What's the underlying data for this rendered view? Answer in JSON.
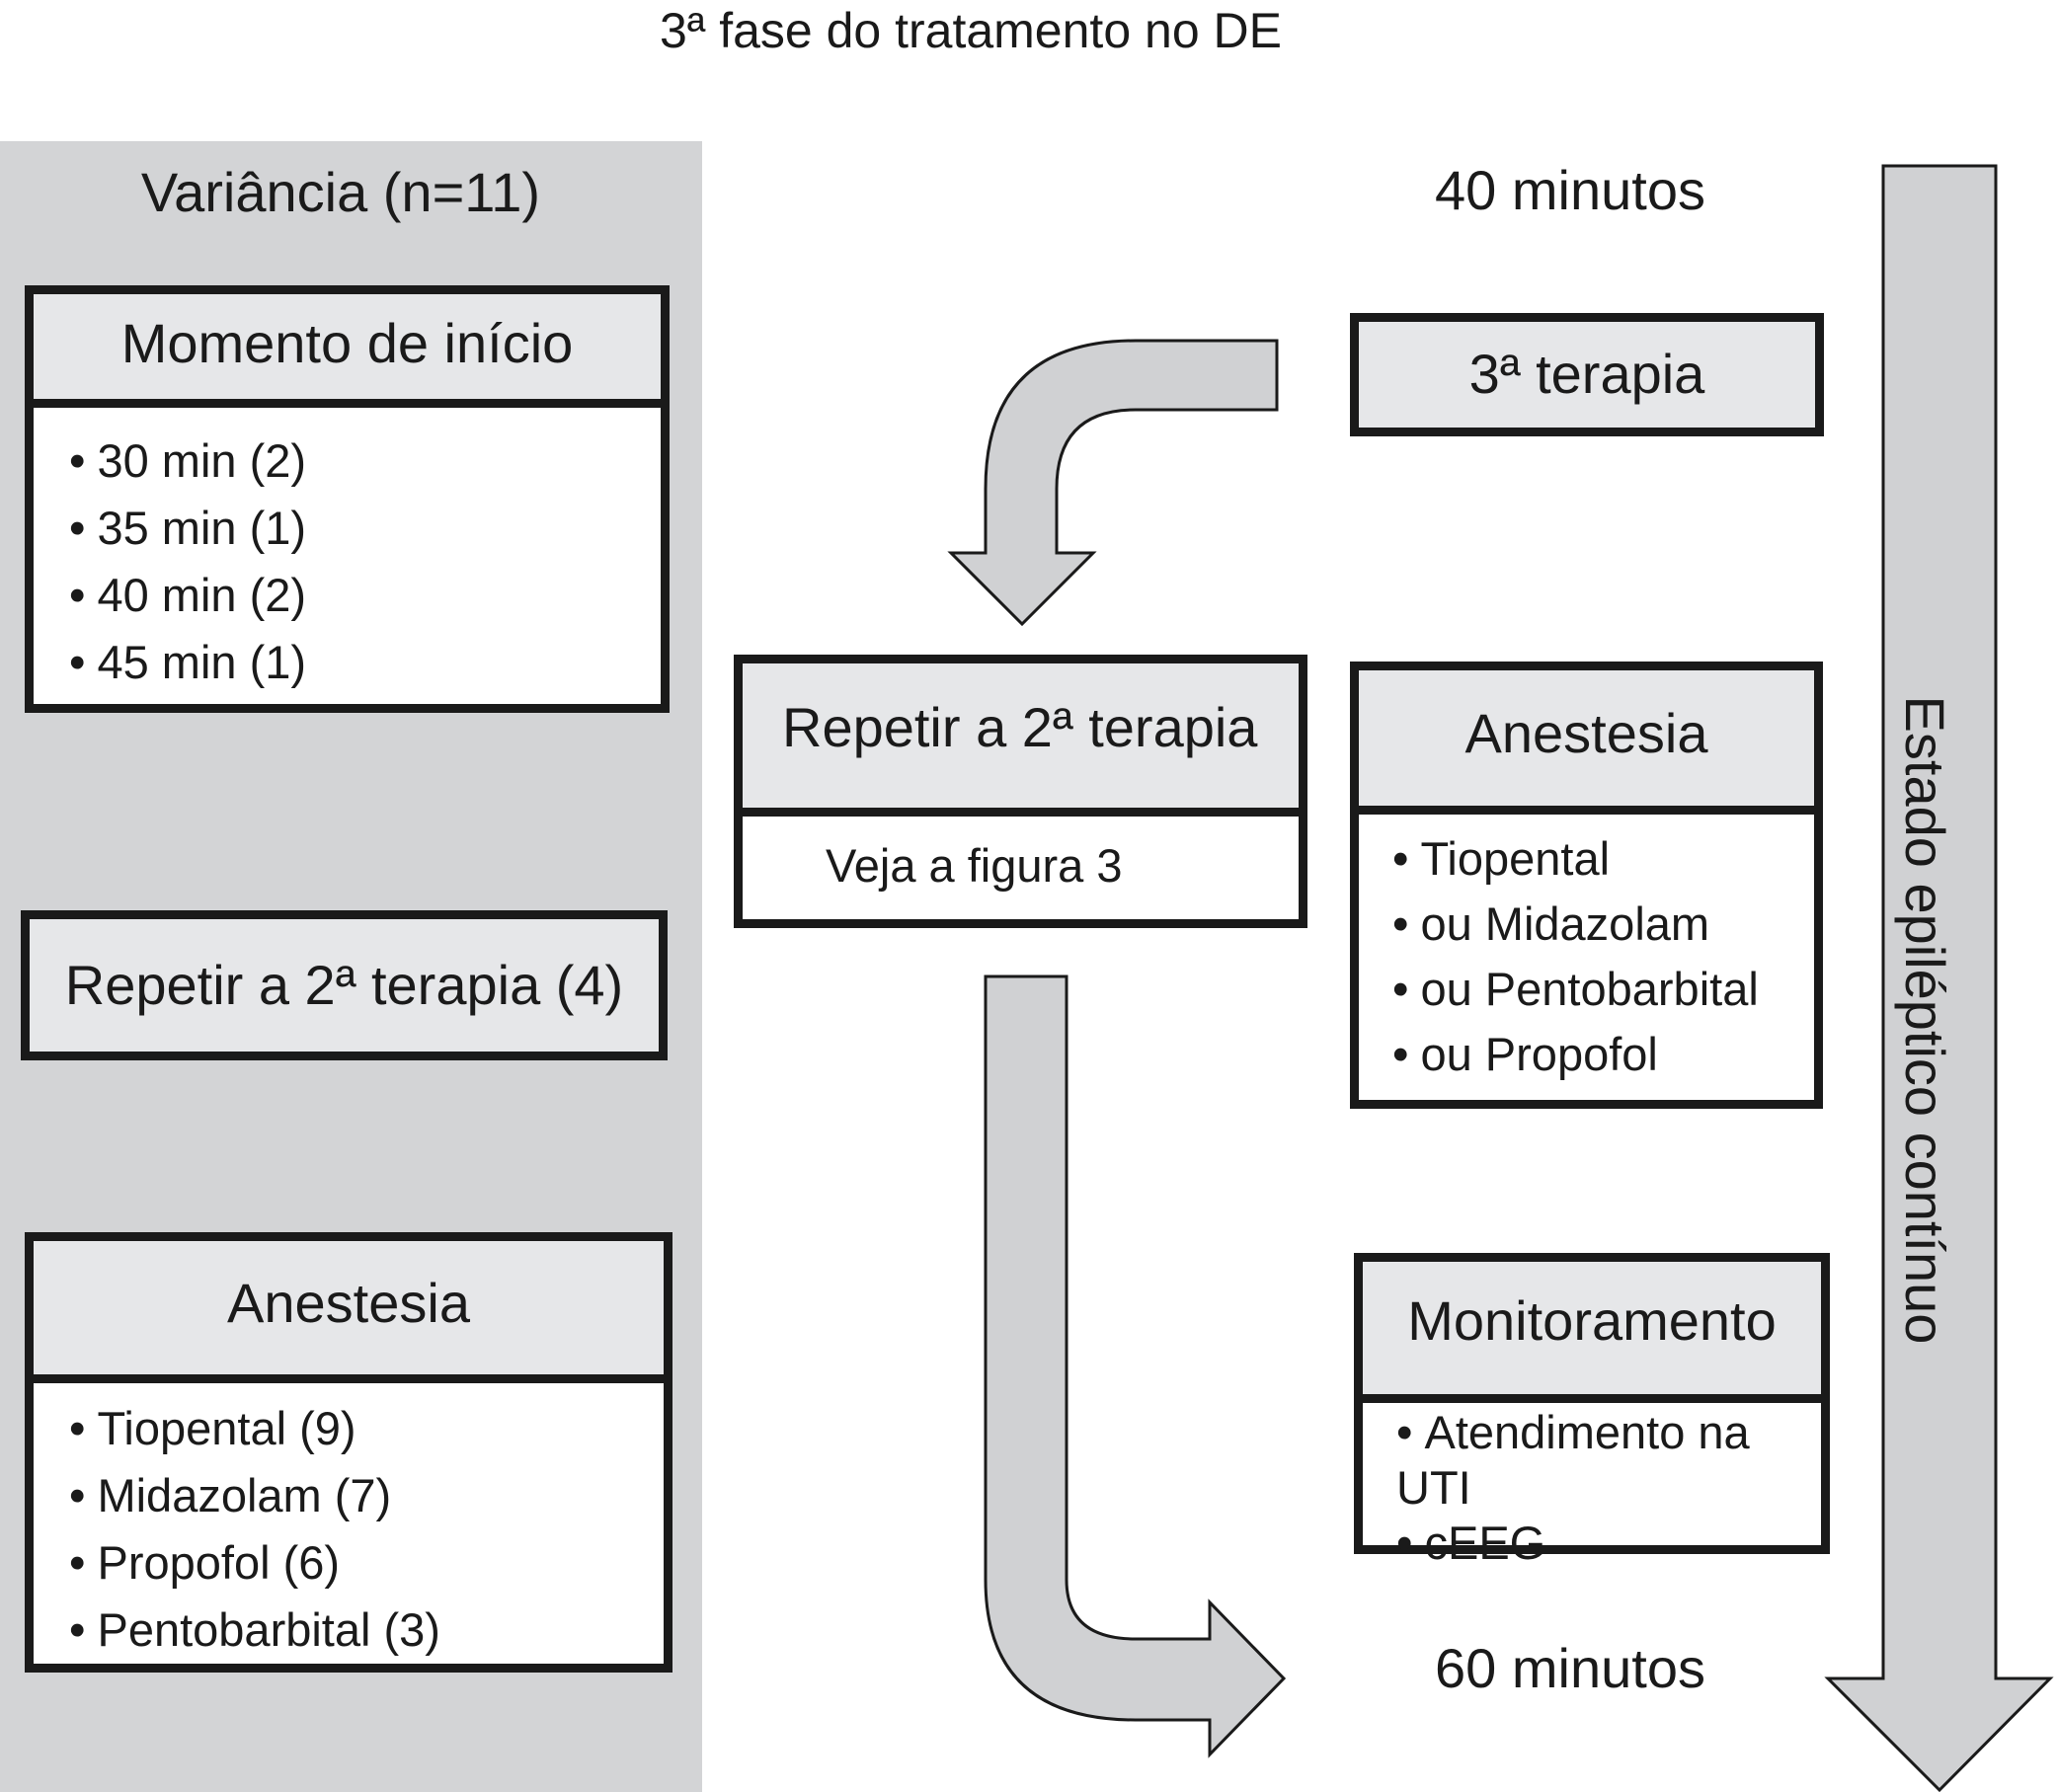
{
  "title": "3ª fase do tratamento no DE",
  "variance": {
    "title": "Variância (n=11)",
    "onset": {
      "heading": "Momento de início",
      "items": [
        "30 min (2)",
        "35 min (1)",
        "40 min (2)",
        "45 min (1)"
      ]
    },
    "repeat_label": "Repetir a 2ª terapia (4)",
    "anesthesia": {
      "heading": "Anestesia",
      "items": [
        "Tiopental (9)",
        "Midazolam (7)",
        "Propofol (6)",
        "Pentobarbital (3)"
      ]
    }
  },
  "middle": {
    "repeat": {
      "heading": "Repetir a 2ª terapia",
      "body": "Veja a figura 3"
    }
  },
  "right": {
    "time_start": "40 minutos",
    "third_therapy": "3ª terapia",
    "anesthesia": {
      "heading": "Anestesia",
      "items": [
        "Tiopental",
        "ou Midazolam",
        "ou Pentobarbital",
        "ou Propofol"
      ]
    },
    "monitoring": {
      "heading": "Monitoramento",
      "items": [
        "Atendimento na UTI",
        "cEEG"
      ]
    },
    "time_end": "60 minutos"
  },
  "side_arrow_label": "Estado epiléptico contínuo",
  "colors": {
    "panel": "#d3d4d6",
    "box_header": "#e6e7e9",
    "arrow_fill": "#d0d1d3",
    "line": "#1a1a1a"
  }
}
